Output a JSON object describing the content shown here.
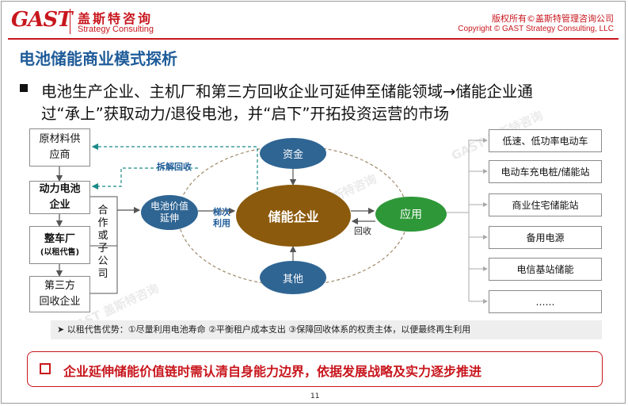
{
  "header": {
    "logo": "GAST",
    "brand_cn": "盖斯特咨询",
    "brand_en": "Strategy Consulting",
    "copyright_cn": "版权所有©盖斯特管理咨询公司",
    "copyright_en": "Copyright © GAST Strategy Consulting, LLC"
  },
  "title": "电池储能商业模式探析",
  "subtitle_line1": "电池生产企业、主机厂和第三方回收企业可延伸至储能领域→储能企业通",
  "subtitle_line2": "过“承上”获取动力/退役电池，并“启下”开拓投资运营的市场",
  "left_boxes": [
    {
      "line1": "原材料供",
      "line2": "应商"
    },
    {
      "line1": "动力电池",
      "line2": "企业"
    },
    {
      "line1": "整车厂",
      "line2": "(以租代售)"
    },
    {
      "line1": "第三方",
      "line2": "回收企业"
    }
  ],
  "joint_label": "合作或子公司",
  "center": {
    "battery_ext": "电池价值延伸",
    "storage": "储能企业",
    "capital": "资金",
    "other": "其他",
    "application": "应用"
  },
  "labels": {
    "dismantle": "拆解回收",
    "cascade": "梯次利用",
    "recycle": "回收"
  },
  "right_boxes": [
    "低速、低功率电动车",
    "电动车充电桩/储能站",
    "商业住宅储能站",
    "备用电源",
    "电信基站储能",
    "……"
  ],
  "note": "➤ 以租代售优势：①尽量利用电池寿命 ②平衡租户成本支出 ③保障回收体系的权责主体，以便最终再生利用",
  "conclusion": "企业延伸储能价值链时需认清自身能力边界，依据发展战略及实力逐步推进",
  "page_number": "11",
  "watermark": "GAST 盖斯特咨询",
  "colors": {
    "brand_red": "#c8161d",
    "title_blue": "#1f5c99",
    "node_blue": "#2f6593",
    "storage_brown": "#8b5a0c",
    "app_green": "#2e9838"
  }
}
